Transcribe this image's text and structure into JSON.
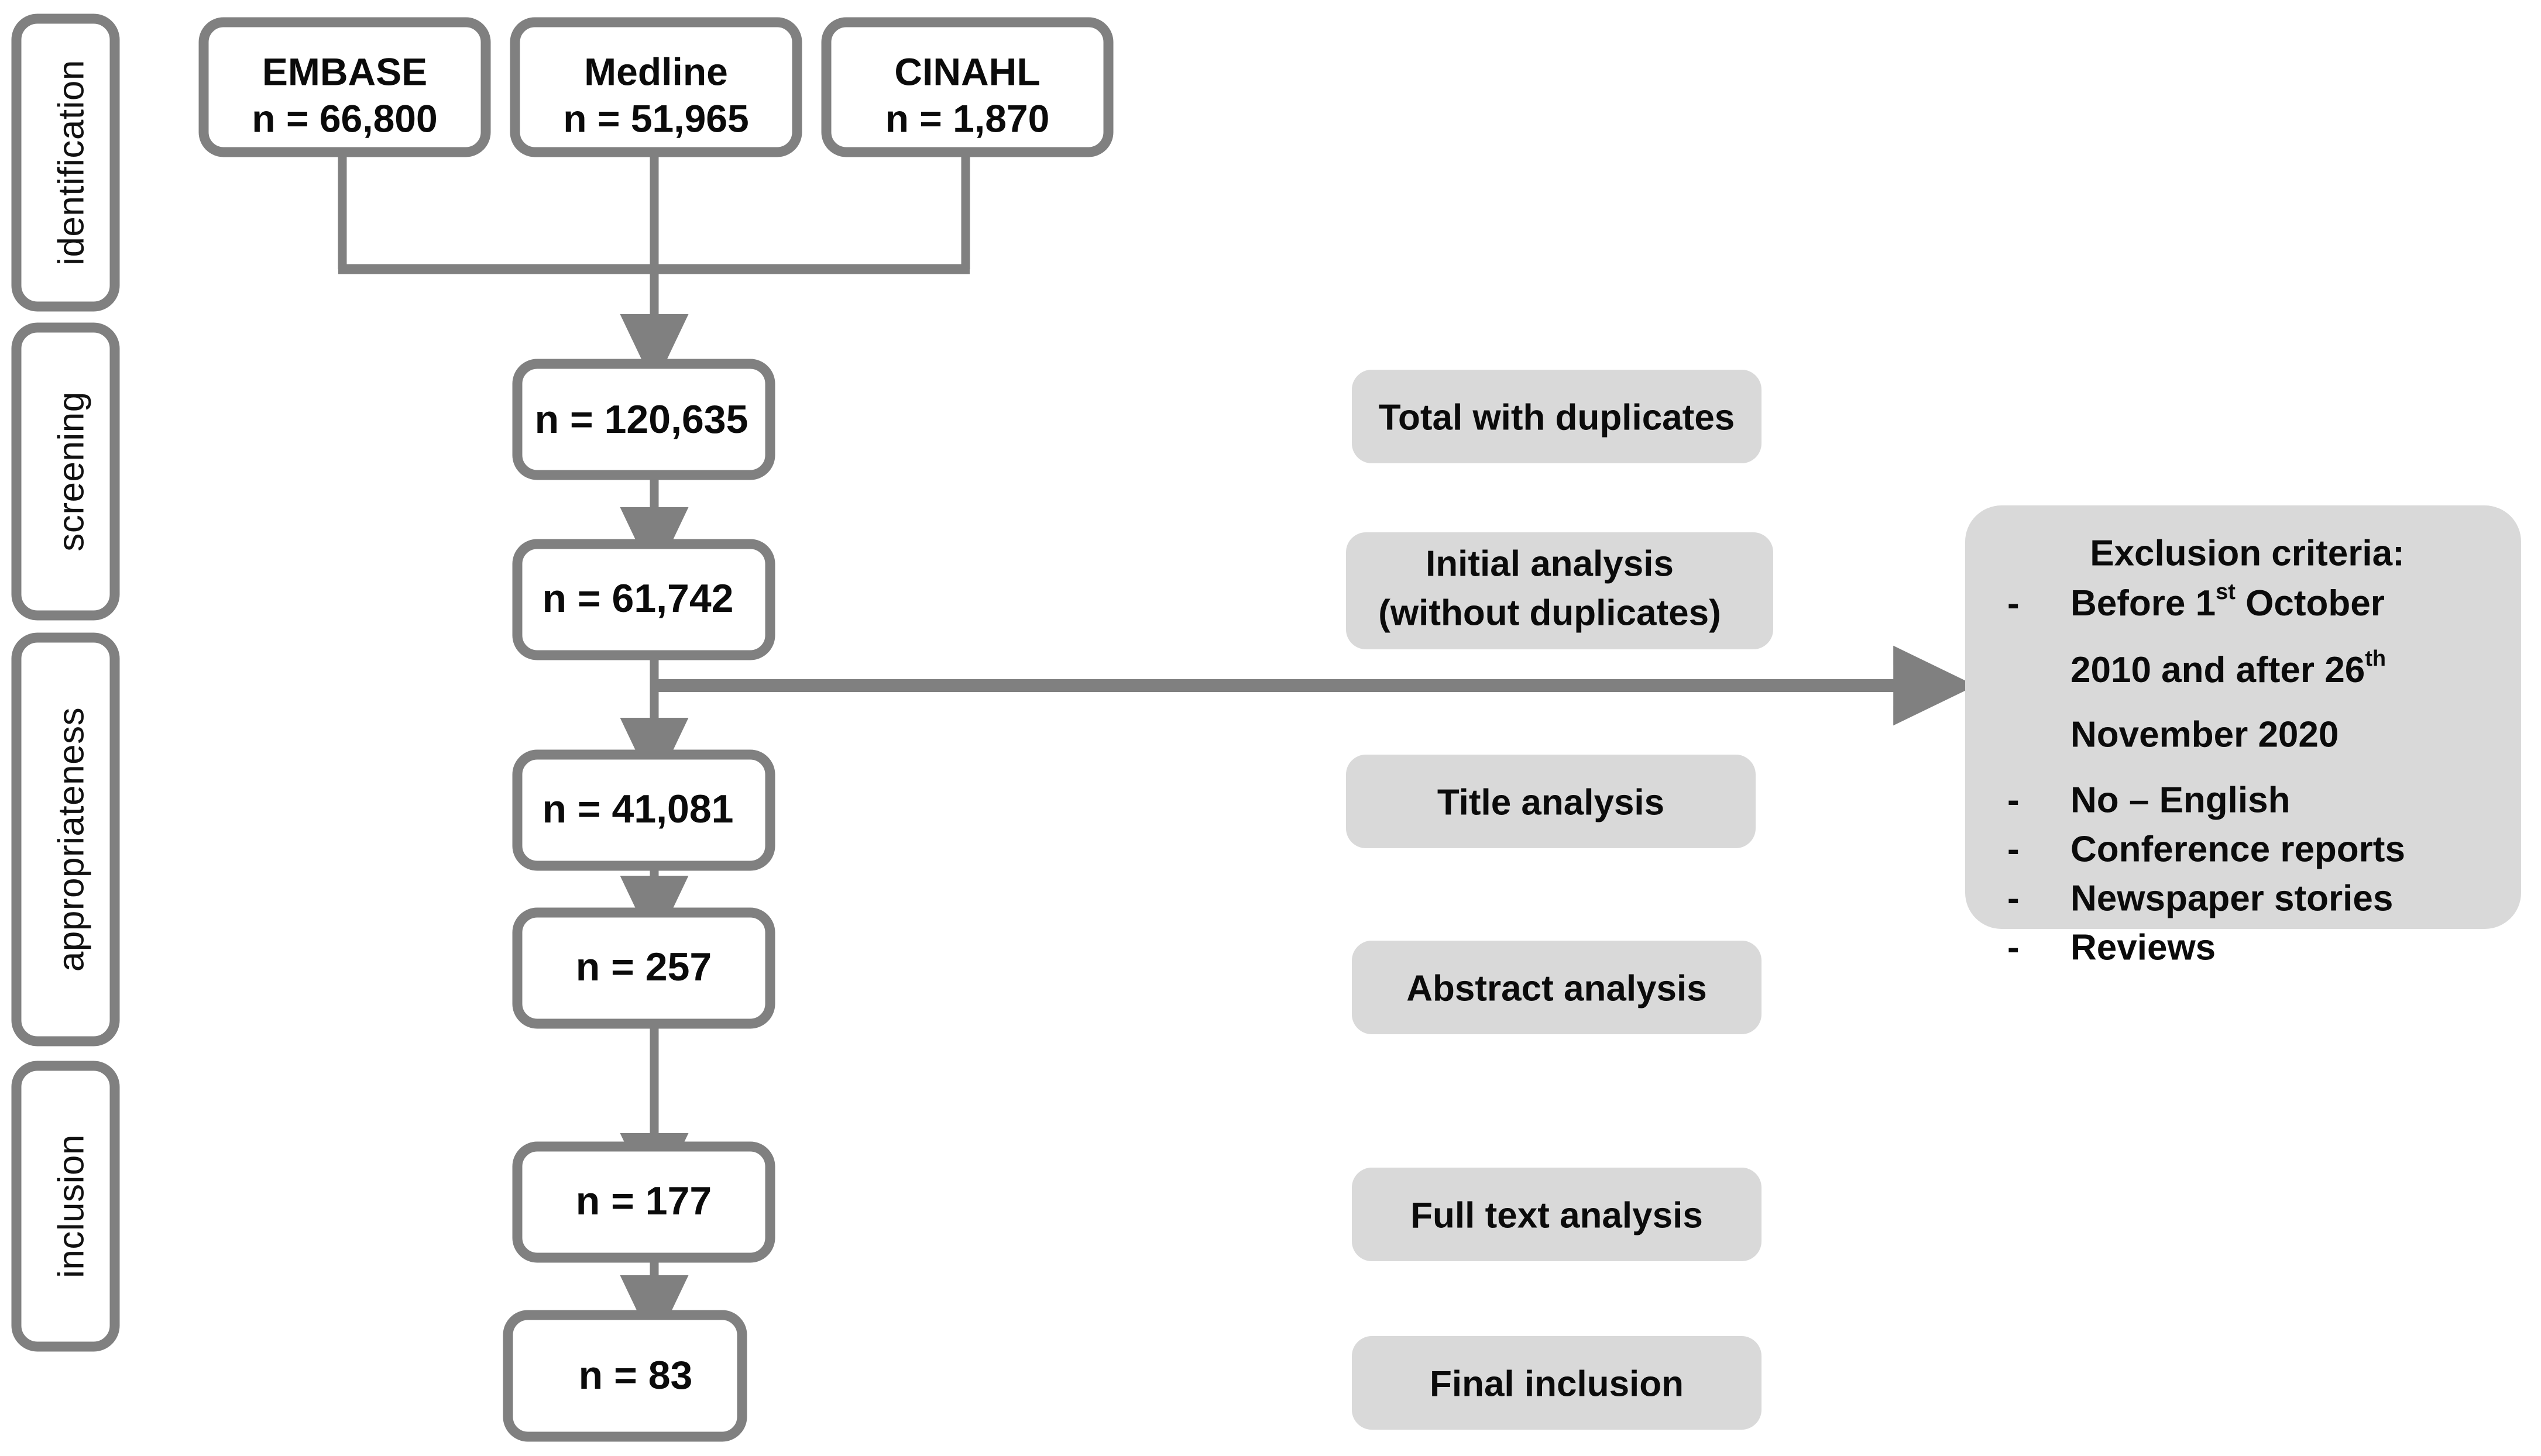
{
  "diagram": {
    "type": "prisma-flow-diagram",
    "stages": [
      {
        "label": "identification"
      },
      {
        "label": "screening"
      },
      {
        "label": "appropriateness"
      },
      {
        "label": "inclusion"
      }
    ],
    "sources": [
      {
        "name": "EMBASE",
        "count": "n = 66,800"
      },
      {
        "name": "Medline",
        "count": "n = 51,965"
      },
      {
        "name": "CINAHL",
        "count": "n = 1,870"
      }
    ],
    "flow_nodes": [
      {
        "count": "n = 120,635",
        "annotation": "Total with duplicates"
      },
      {
        "count": "n = 61,742",
        "annotation_line1": "Initial analysis",
        "annotation_line2": "(without duplicates)"
      },
      {
        "count": "n = 41,081",
        "annotation": "Title analysis"
      },
      {
        "count": "n = 257",
        "annotation": "Abstract analysis"
      },
      {
        "count": "n = 177",
        "annotation": "Full text analysis"
      },
      {
        "count": "n = 83",
        "annotation": "Final inclusion"
      }
    ],
    "exclusion": {
      "heading": "Exclusion criteria:",
      "bullet_glyph": "-",
      "items": [
        {
          "parts": [
            {
              "t": "Before 1",
              "sup": false
            },
            {
              "t": "st",
              "sup": true
            },
            {
              "t": " October",
              "sup": false
            }
          ],
          "line2": "2010 and after 26",
          "line2_sup": "th",
          "line3": "November 2020"
        },
        {
          "text": "No – English"
        },
        {
          "text": "Conference reports"
        },
        {
          "text": "Newspaper stories"
        },
        {
          "text": "Reviews"
        }
      ]
    },
    "colors": {
      "stroke_gray": "#808080",
      "label_fill": "#d9d9d9",
      "node_fill": "#ffffff",
      "text_black": "#0b0b0b",
      "background": "#ffffff"
    }
  }
}
